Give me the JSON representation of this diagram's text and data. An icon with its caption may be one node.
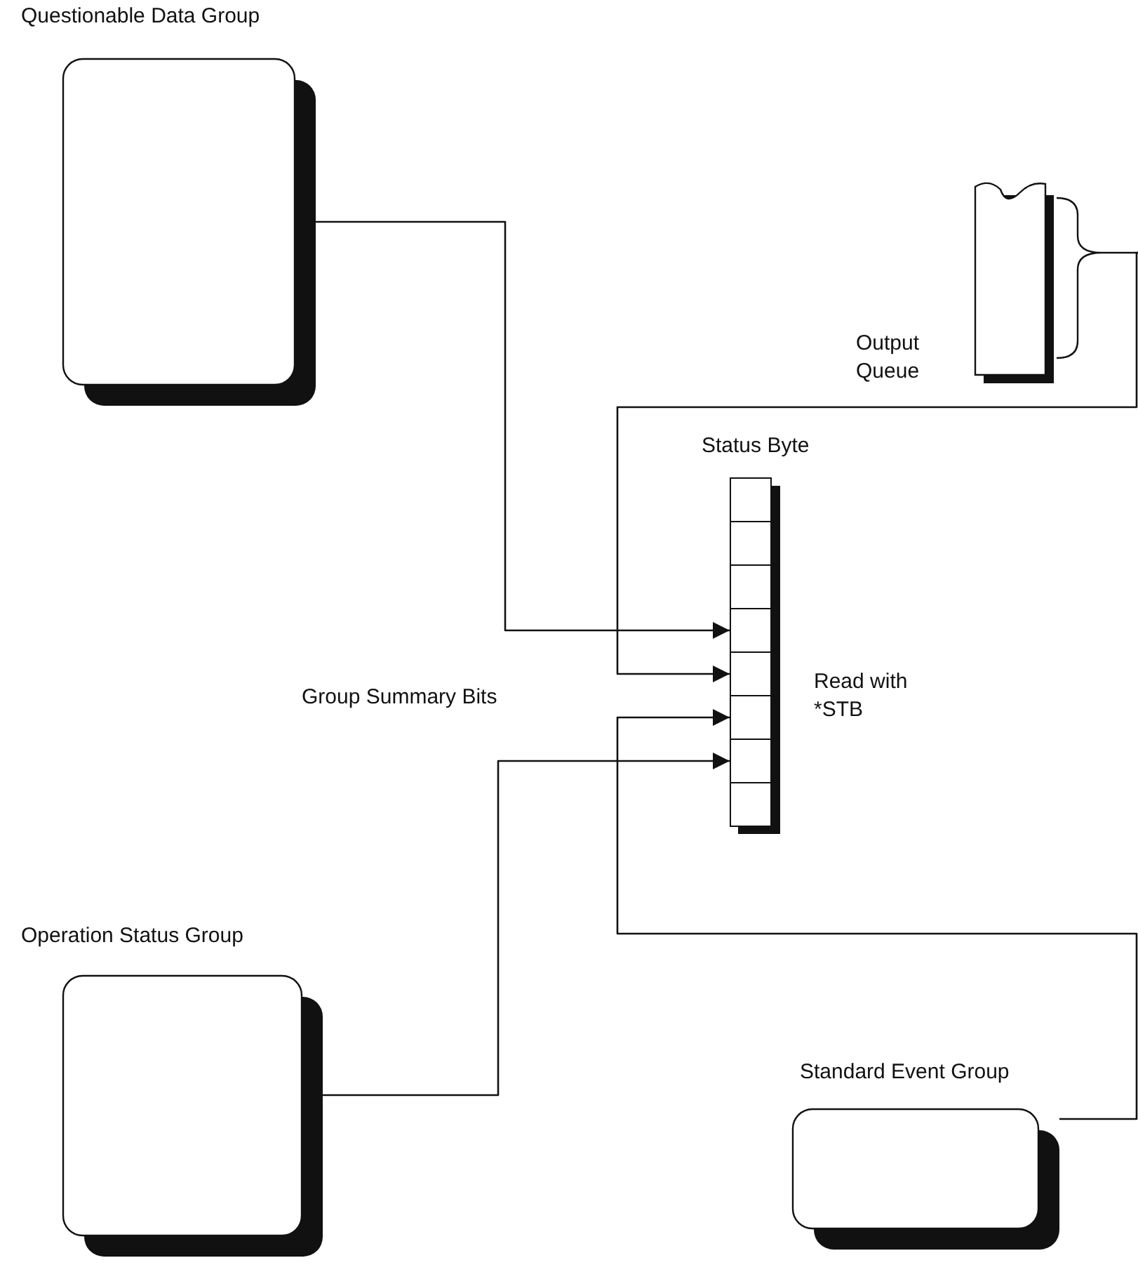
{
  "diagram": {
    "nodes": [
      {
        "text": [
          "Questionable Data Group"
        ]
      },
      {
        "text": [
          "Output Queue"
        ]
      },
      {
        "text": [
          "Status Byte"
        ]
      },
      {
        "text": [],
        "shape": "box",
        "in": 2
      },
      {
        "text": [],
        "shape": "box",
        "in": 2
      },
      {
        "text": [],
        "shape": "box",
        "in": 2
      },
      {
        "text": [],
        "shape": "box",
        "in": 2
      },
      {
        "text": [],
        "shape": "box",
        "in": 2
      },
      {
        "text": [],
        "shape": "box",
        "in": 2
      },
      {
        "text": [],
        "shape": "box",
        "in": 2
      },
      {
        "text": [],
        "shape": "box",
        "in": 2
      },
      {
        "text": [
          "Operation Status Group"
        ]
      },
      {
        "text": [
          "Standard Event Group"
        ]
      }
    ],
    "edges": [
      {
        "from": 0,
        "to": 6,
        "arrow": "to"
      },
      {
        "from": 1,
        "to": 7,
        "arrow": "to"
      },
      {
        "from": 12,
        "to": 8,
        "arrow": "to"
      },
      {
        "from": 11,
        "to": 9,
        "arrow": "to"
      }
    ],
    "labels": [
      "Read with *STB",
      "Group Summary Bits"
    ]
  }
}
